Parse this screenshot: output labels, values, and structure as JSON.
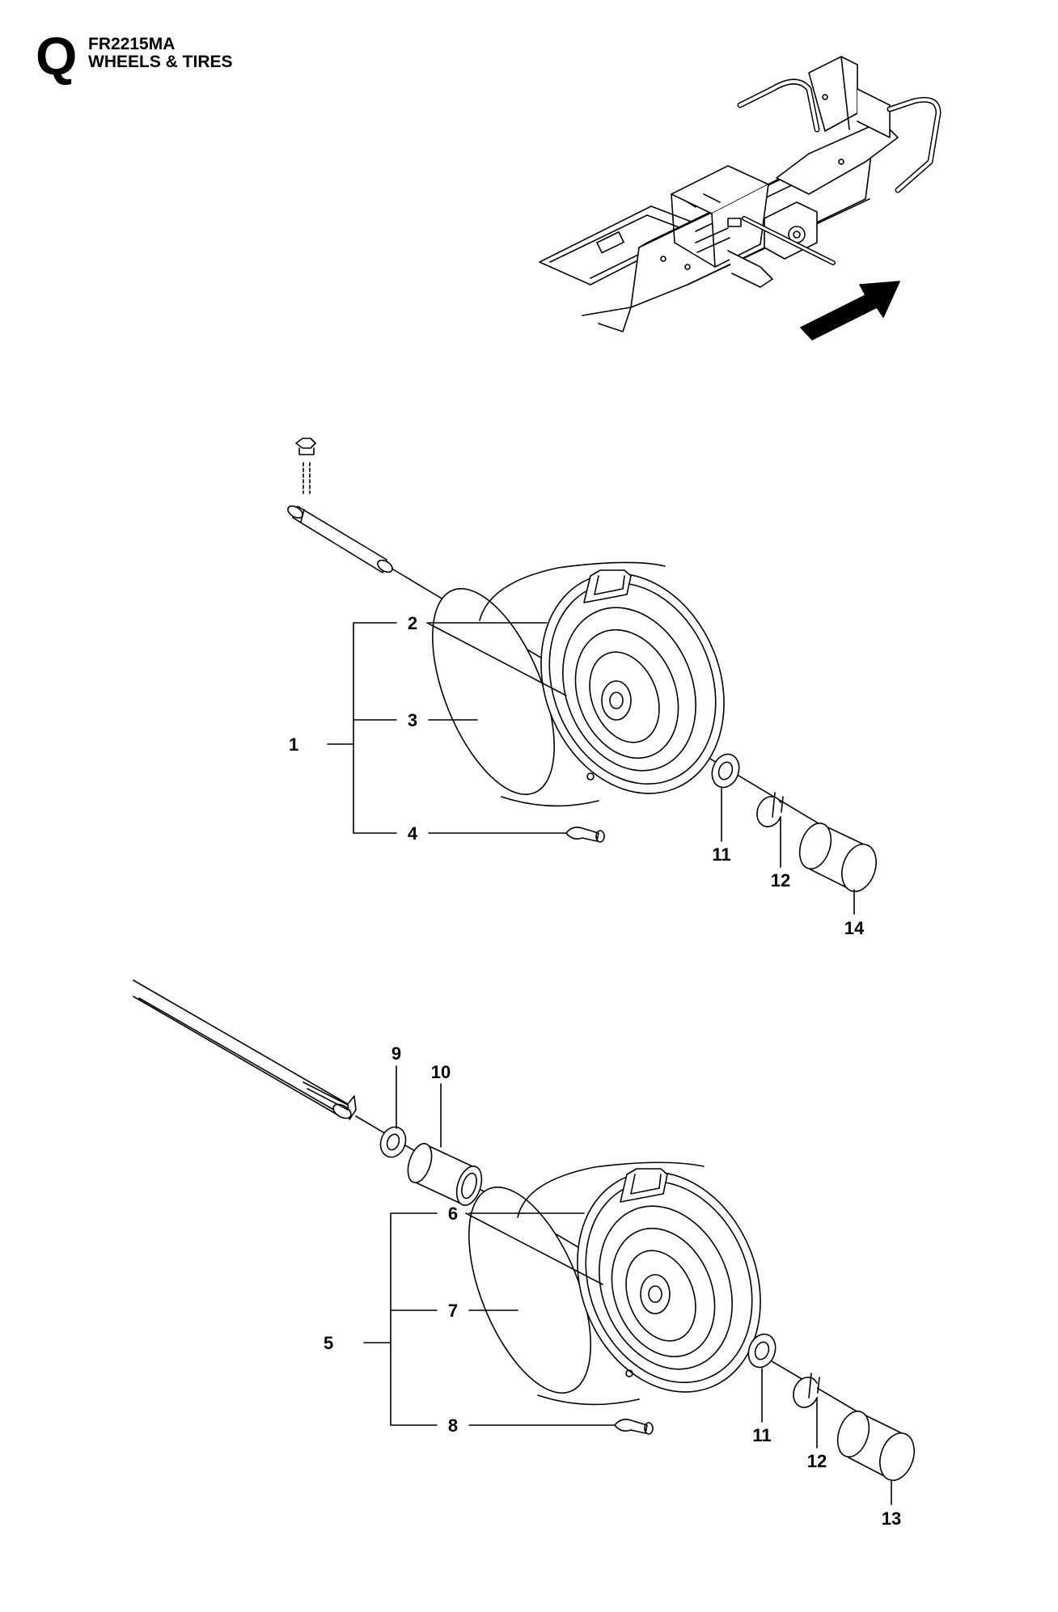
{
  "header": {
    "section_letter": "Q",
    "model": "FR2215MA",
    "title": "WHEELS & TIRES"
  },
  "callouts": {
    "front": {
      "c1": "1",
      "c2": "2",
      "c3": "3",
      "c4": "4",
      "c11": "11",
      "c12": "12",
      "c14": "14"
    },
    "rear": {
      "c5": "5",
      "c6": "6",
      "c7": "7",
      "c8": "8",
      "c9": "9",
      "c10": "10",
      "c11": "11",
      "c12": "12",
      "c13": "13"
    }
  },
  "colors": {
    "ink": "#000000",
    "paper": "#ffffff"
  }
}
